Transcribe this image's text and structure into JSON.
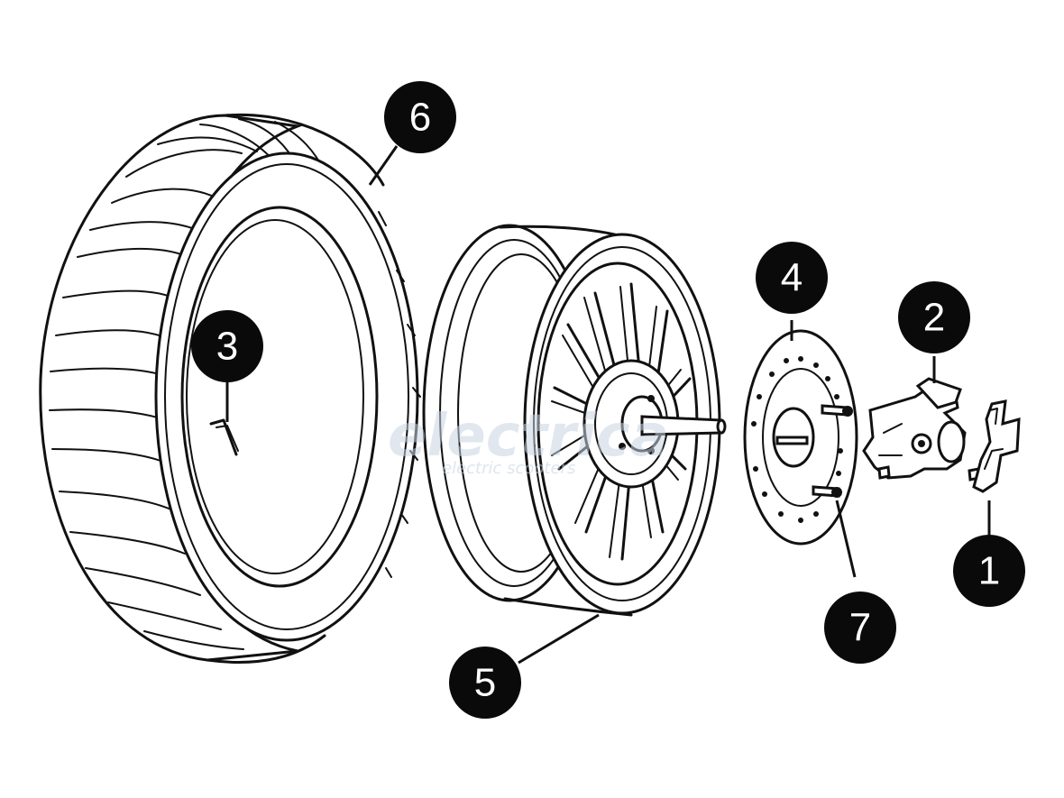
{
  "callouts": [
    {
      "id": "1",
      "label": "1"
    },
    {
      "id": "2",
      "label": "2"
    },
    {
      "id": "3",
      "label": "3"
    },
    {
      "id": "4",
      "label": "4"
    },
    {
      "id": "5",
      "label": "5"
    },
    {
      "id": "6",
      "label": "6"
    },
    {
      "id": "7",
      "label": "7"
    }
  ],
  "watermark": {
    "main": "electrica",
    "sub": "electric scooters"
  }
}
